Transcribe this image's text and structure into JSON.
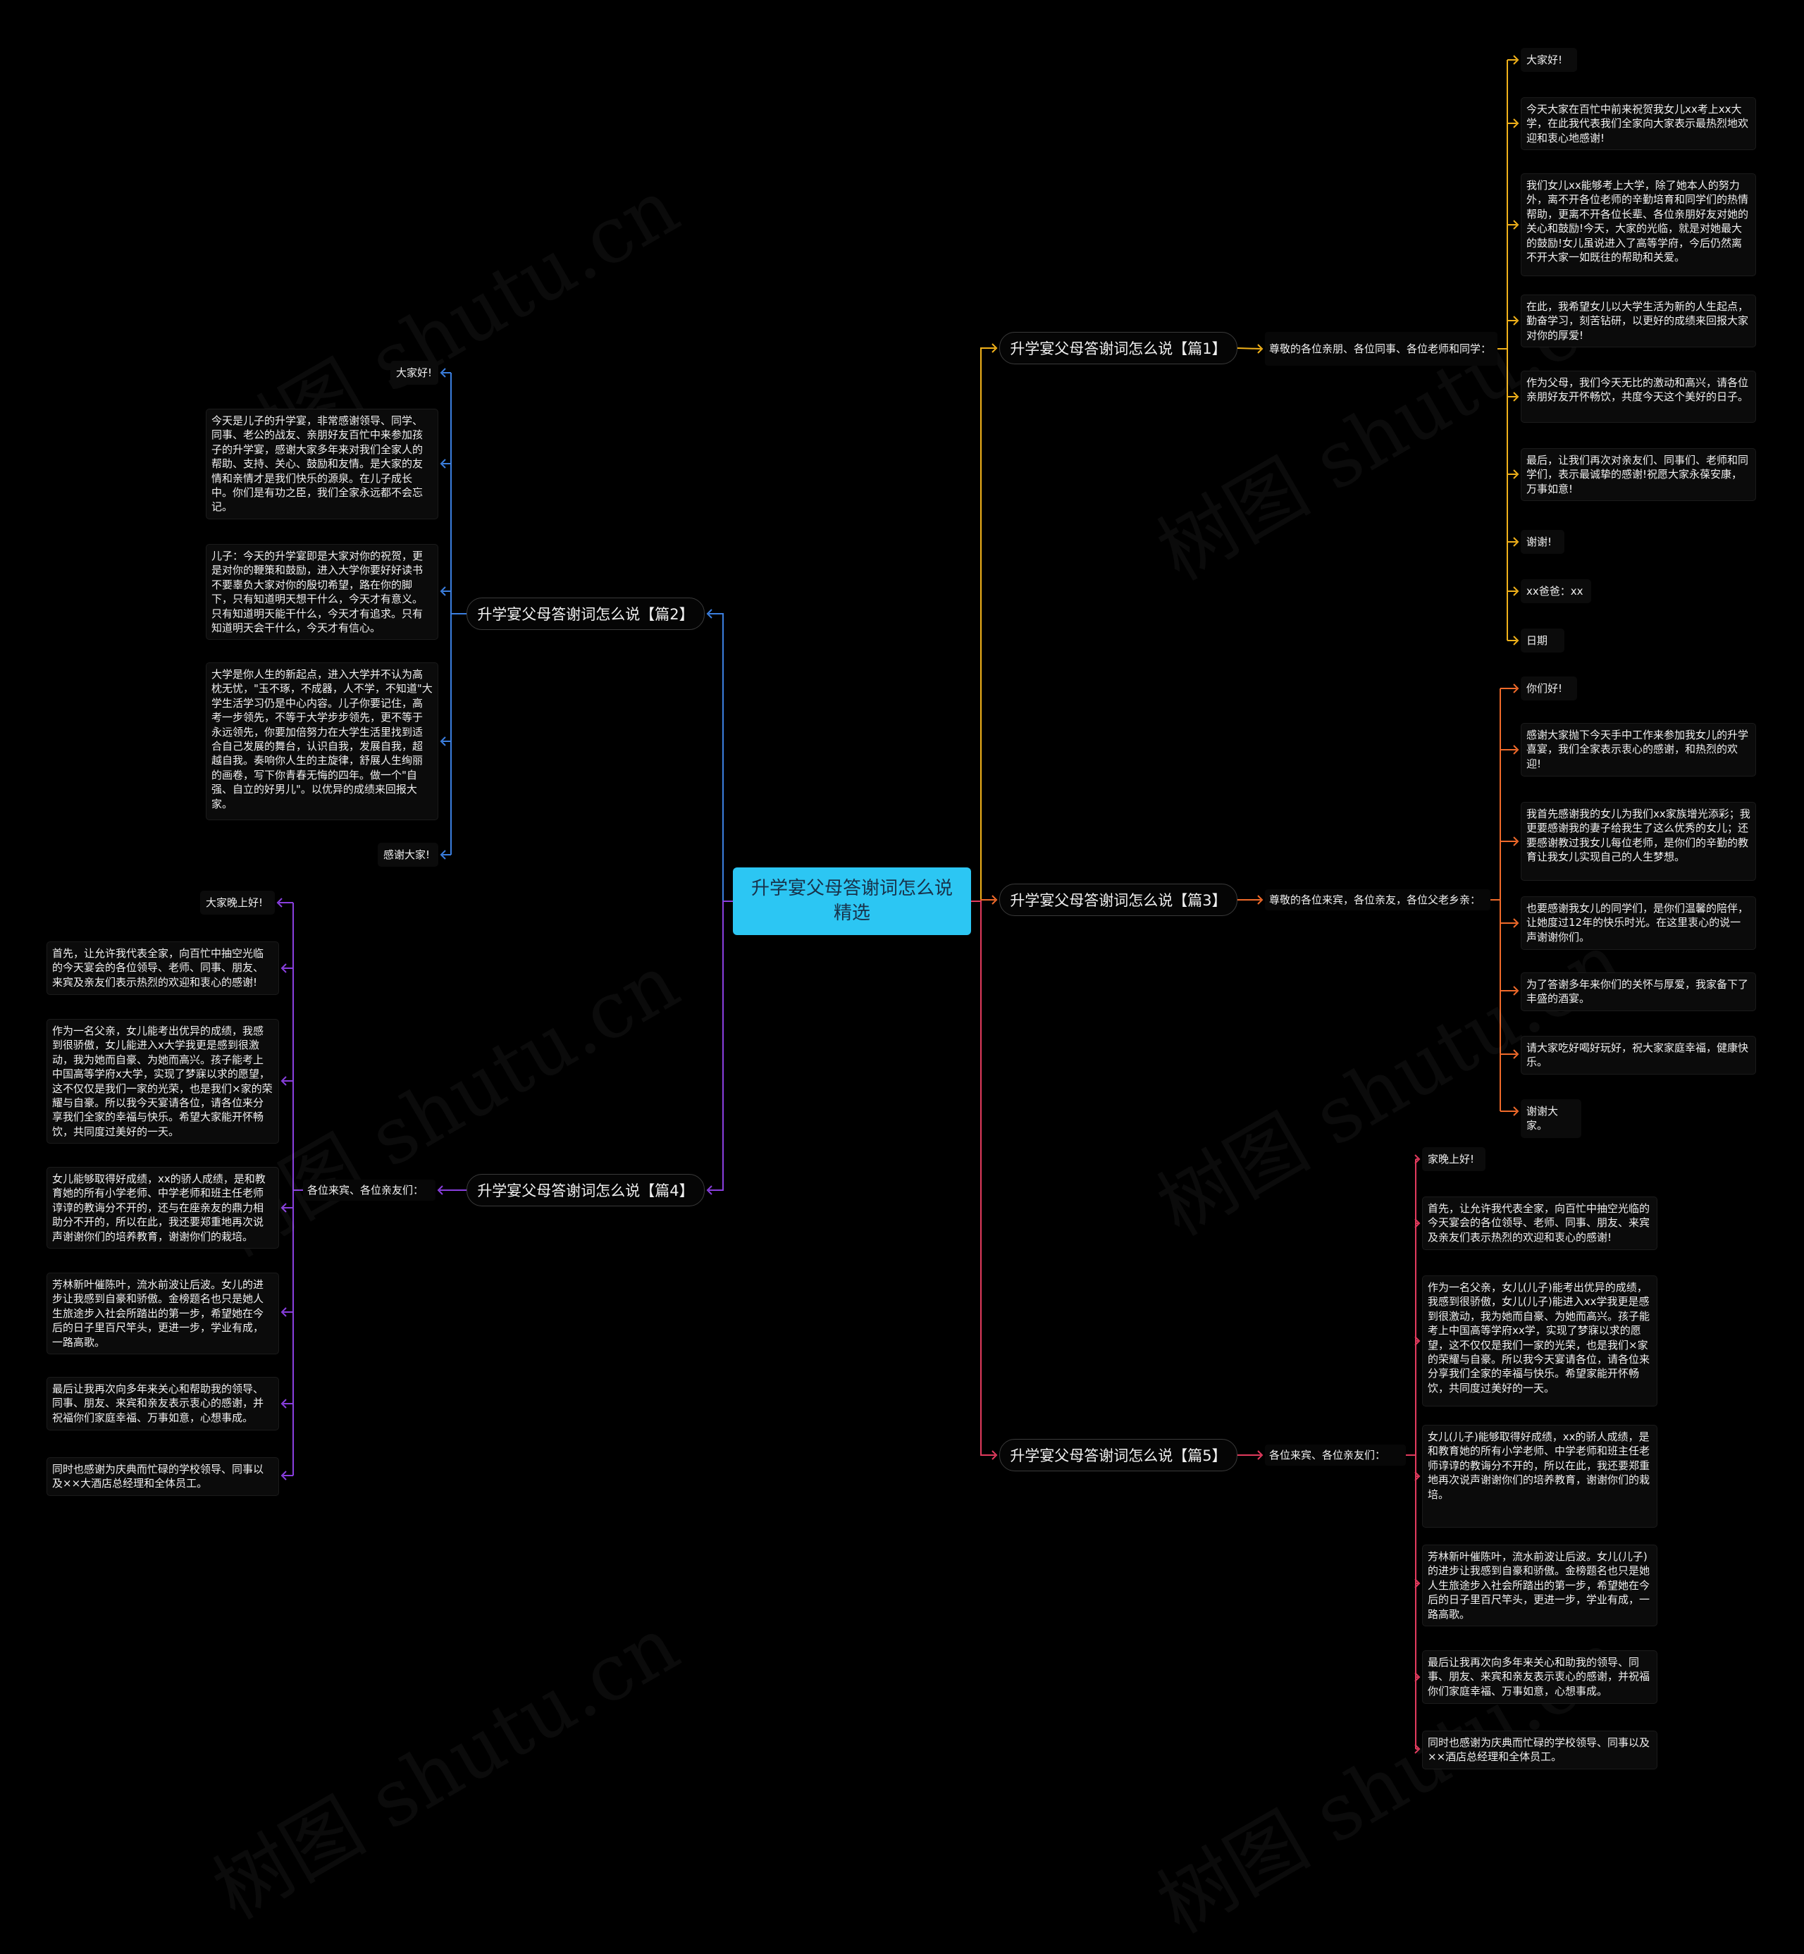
{
  "watermark": "树图 shutu.cn",
  "root": {
    "title": "升学宴父母答谢词怎么说精选"
  },
  "colors": {
    "root_bg": "#2cc6f3",
    "p1": "#f2b21a",
    "p3": "#f06a2a",
    "p5": "#e23b5e",
    "p2": "#3b7fe0",
    "p4": "#8a3fe0"
  },
  "branches": [
    {
      "key": "p1",
      "label": "升学宴父母答谢词怎么说【篇1】",
      "mid": "尊敬的各位亲朋、各位同事、各位老师和同学：",
      "leaves": [
        "大家好!",
        "今天大家在百忙中前来祝贺我女儿xx考上xx大学，在此我代表我们全家向大家表示最热烈地欢迎和衷心地感谢!",
        "我们女儿xx能够考上大学，除了她本人的努力外，离不开各位老师的辛勤培育和同学们的热情帮助，更离不开各位长辈、各位亲朋好友对她的关心和鼓励!今天，大家的光临，就是对她最大的鼓励!女儿虽说进入了高等学府，今后仍然离不开大家一如既往的帮助和关爱。",
        "在此，我希望女儿以大学生活为新的人生起点，勤奋学习，刻苦钻研，以更好的成绩来回报大家对你的厚爱!",
        "作为父母，我们今天无比的激动和高兴，请各位亲朋好友开怀畅饮，共度今天这个美好的日子。",
        "最后，让我们再次对亲友们、同事们、老师和同学们，表示最诚挚的感谢!祝愿大家永葆安康，万事如意!",
        "谢谢!",
        "xx爸爸：xx",
        "日期"
      ]
    },
    {
      "key": "p3",
      "label": "升学宴父母答谢词怎么说【篇3】",
      "mid": "尊敬的各位来宾，各位亲友，各位父老乡亲：",
      "leaves": [
        "你们好!",
        "感谢大家抛下今天手中工作来参加我女儿的升学喜宴，我们全家表示衷心的感谢，和热烈的欢迎!",
        "我首先感谢我的女儿为我们xx家族增光添彩；我更要感谢我的妻子给我生了这么优秀的女儿；还要感谢教过我女儿每位老师，是你们的辛勤的教育让我女儿实现自己的人生梦想。",
        "也要感谢我女儿的同学们，是你们温馨的陪伴，让她度过12年的快乐时光。在这里衷心的说一声谢谢你们。",
        "为了答谢多年来你们的关怀与厚爱，我家备下了丰盛的酒宴。",
        "请大家吃好喝好玩好，祝大家家庭幸福，健康快乐。",
        "谢谢大家。"
      ]
    },
    {
      "key": "p5",
      "label": "升学宴父母答谢词怎么说【篇5】",
      "mid": "各位来宾、各位亲友们：",
      "leaves": [
        "家晚上好!",
        "首先，让允许我代表全家，向百忙中抽空光临的今天宴会的各位领导、老师、同事、朋友、来宾及亲友们表示热烈的欢迎和衷心的感谢!",
        "作为一名父亲，女儿(儿子)能考出优异的成绩，我感到很骄傲，女儿(儿子)能进入xx学我更是感到很激动，我为她而自豪、为她而高兴。孩子能考上中国高等学府xx学，实现了梦寐以求的愿望，这不仅仅是我们一家的光荣，也是我们×家的荣耀与自豪。所以我今天宴请各位，请各位来分享我们全家的幸福与快乐。希望家能开怀畅饮，共同度过美好的一天。",
        "女儿(儿子)能够取得好成绩，xx的骄人成绩，是和教育她的所有小学老师、中学老师和班主任老师谆谆的教诲分不开的，所以在此，我还要郑重地再次说声谢谢你们的培养教育，谢谢你们的栽培。",
        "芳林新叶催陈叶，流水前波让后波。女儿(儿子)的进步让我感到自豪和骄傲。金榜题名也只是她人生旅途步入社会所踏出的第一步，希望她在今后的日子里百尺竿头，更进一步，学业有成，一路高歌。",
        "最后让我再次向多年来关心和助我的领导、同事、朋友、来宾和亲友表示衷心的感谢，并祝福你们家庭幸福、万事如意，心想事成。",
        "同时也感谢为庆典而忙碌的学校领导、同事以及××酒店总经理和全体员工。"
      ]
    },
    {
      "key": "p2",
      "label": "升学宴父母答谢词怎么说【篇2】",
      "mid": "",
      "leaves": [
        "大家好!",
        "今天是儿子的升学宴，非常感谢领导、同学、同事、老公的战友、亲朋好友百忙中来参加孩子的升学宴，感谢大家多年来对我们全家人的帮助、支持、关心、鼓励和友情。是大家的友情和亲情才是我们快乐的源泉。在儿子成长中。你们是有功之臣，我们全家永远都不会忘记。",
        "儿子：今天的升学宴即是大家对你的祝贺，更是对你的鞭策和鼓励，进入大学你要好好读书不要辜负大家对你的殷切希望，路在你的脚下，只有知道明天想干什么，今天才有意义。只有知道明天能干什么，今天才有追求。只有知道明天会干什么，今天才有信心。",
        "大学是你人生的新起点，进入大学并不认为高枕无忧，\"玉不琢，不成器，人不学，不知道\"大学生活学习仍是中心内容。儿子你要记住，高考一步领先，不等于大学步步领先，更不等于永远领先，你要加倍努力在大学生活里找到适合自己发展的舞台，认识自我，发展自我，超越自我。奏响你人生的主旋律，舒展人生绚丽的画卷，写下你青春无悔的四年。做一个\"自强、自立的好男儿\"。以优异的成绩来回报大家。",
        "感谢大家!"
      ]
    },
    {
      "key": "p4",
      "label": "升学宴父母答谢词怎么说【篇4】",
      "mid": "各位来宾、各位亲友们：",
      "leaves": [
        "大家晚上好!",
        "首先，让允许我代表全家，向百忙中抽空光临的今天宴会的各位领导、老师、同事、朋友、来宾及亲友们表示热烈的欢迎和衷心的感谢!",
        "作为一名父亲，女儿能考出优异的成绩，我感到很骄傲，女儿能进入x大学我更是感到很激动，我为她而自豪、为她而高兴。孩子能考上中国高等学府x大学，实现了梦寐以求的愿望，这不仅仅是我们一家的光荣，也是我们×家的荣耀与自豪。所以我今天宴请各位，请各位来分享我们全家的幸福与快乐。希望大家能开怀畅饮，共同度过美好的一天。",
        "女儿能够取得好成绩，xx的骄人成绩，是和教育她的所有小学老师、中学老师和班主任老师谆谆的教诲分不开的，还与在座亲友的鼎力相助分不开的，所以在此，我还要郑重地再次说声谢谢你们的培养教育，谢谢你们的栽培。",
        "芳林新叶催陈叶，流水前波让后波。女儿的进步让我感到自豪和骄傲。金榜题名也只是她人生旅途步入社会所踏出的第一步，希望她在今后的日子里百尺竿头，更进一步，学业有成，一路高歌。",
        "最后让我再次向多年来关心和帮助我的领导、同事、朋友、来宾和亲友表示衷心的感谢，并祝福你们家庭幸福、万事如意，心想事成。",
        "同时也感谢为庆典而忙碌的学校领导、同事以及××大酒店总经理和全体员工。"
      ]
    }
  ]
}
